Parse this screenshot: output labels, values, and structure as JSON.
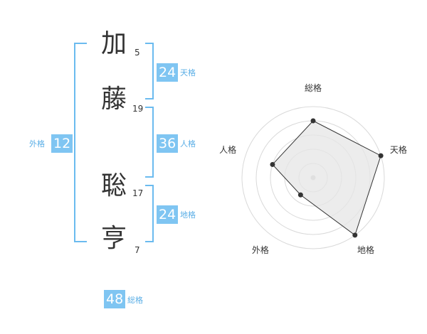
{
  "name_chars": [
    {
      "char": "加",
      "strokes": "5"
    },
    {
      "char": "藤",
      "strokes": "19"
    },
    {
      "char": "聡",
      "strokes": "17"
    },
    {
      "char": "亨",
      "strokes": "7"
    }
  ],
  "fortunes": {
    "tenkaku": {
      "value": "24",
      "label": "天格"
    },
    "jinkaku": {
      "value": "36",
      "label": "人格"
    },
    "chikaku": {
      "value": "24",
      "label": "地格"
    },
    "gaikaku": {
      "value": "12",
      "label": "外格"
    },
    "soukaku": {
      "value": "48",
      "label": "総格"
    }
  },
  "colors": {
    "accent": "#7fc5f2",
    "bracket": "#6bbbef",
    "label": "#5aaee6"
  },
  "chart_data": {
    "type": "radar",
    "axes": [
      "総格",
      "天格",
      "地格",
      "外格",
      "人格"
    ],
    "values": [
      0.8,
      1.0,
      1.0,
      0.3,
      0.6
    ],
    "levels": 5,
    "grid": true
  }
}
